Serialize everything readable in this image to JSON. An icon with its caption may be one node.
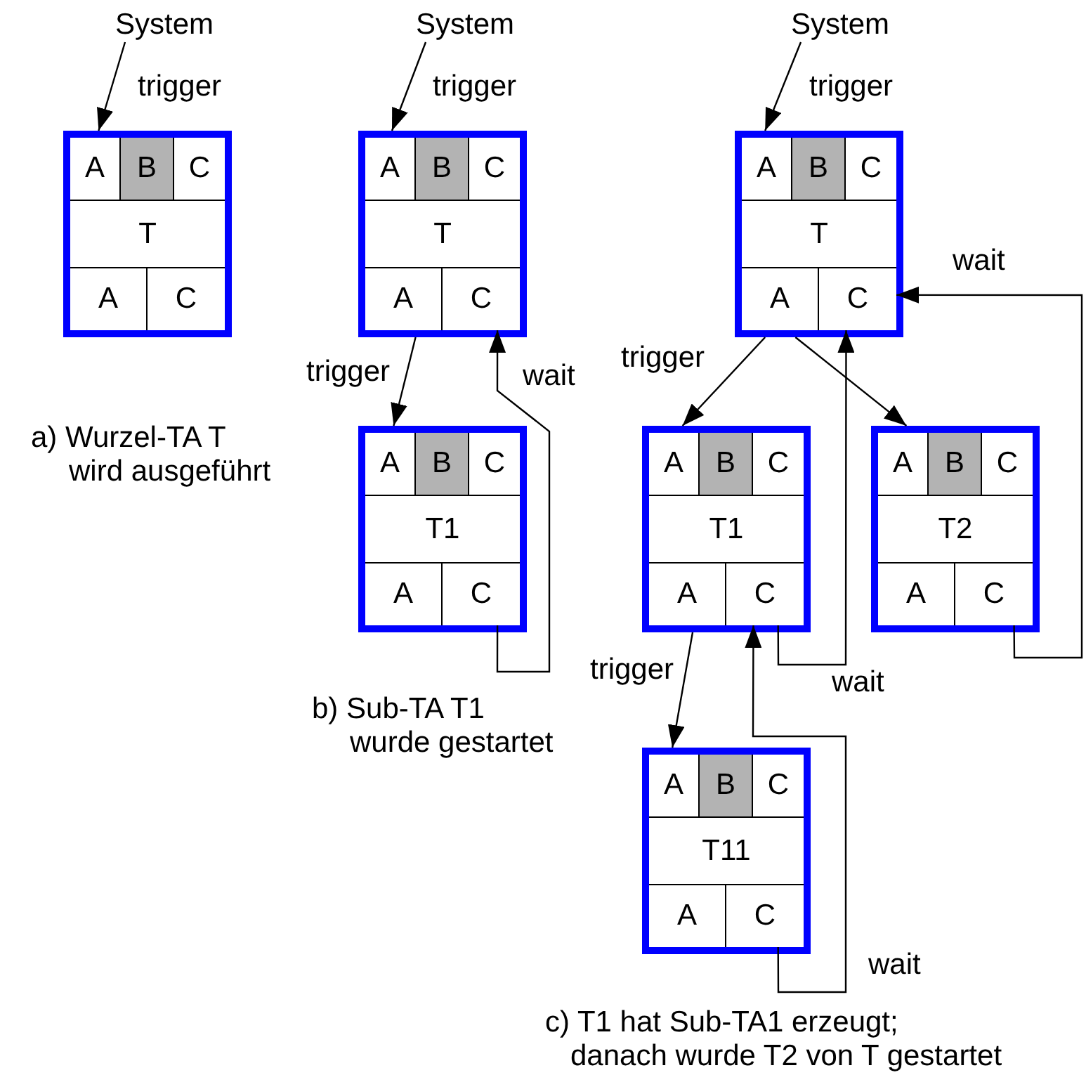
{
  "diagram": {
    "nodes": [
      {
        "text": [
          "System"
        ]
      },
      {
        "text": [],
        "shape": "box"
      },
      {
        "text": [
          "A"
        ],
        "in": 1
      },
      {
        "text": [
          "B"
        ],
        "in": 1
      },
      {
        "text": [
          "C"
        ],
        "in": 1
      },
      {
        "text": [
          "T"
        ],
        "in": 1
      },
      {
        "text": [
          "A"
        ],
        "in": 1
      },
      {
        "text": [
          "C"
        ],
        "in": 1
      },
      {
        "text": [
          "System"
        ]
      },
      {
        "text": [],
        "shape": "box"
      },
      {
        "text": [
          "A"
        ],
        "in": 9
      },
      {
        "text": [
          "B"
        ],
        "in": 9
      },
      {
        "text": [
          "C"
        ],
        "in": 9
      },
      {
        "text": [
          "T"
        ],
        "in": 9
      },
      {
        "text": [
          "A"
        ],
        "in": 9
      },
      {
        "text": [
          "C"
        ],
        "in": 9
      },
      {
        "text": [],
        "shape": "box"
      },
      {
        "text": [
          "A"
        ],
        "in": 16
      },
      {
        "text": [
          "B"
        ],
        "in": 16
      },
      {
        "text": [
          "C"
        ],
        "in": 16
      },
      {
        "text": [
          "T1"
        ],
        "in": 16
      },
      {
        "text": [
          "A"
        ],
        "in": 16
      },
      {
        "text": [
          "C"
        ],
        "in": 16
      },
      {
        "text": [
          "System"
        ]
      },
      {
        "text": [],
        "shape": "box"
      },
      {
        "text": [
          "A"
        ],
        "in": 24
      },
      {
        "text": [
          "B"
        ],
        "in": 24
      },
      {
        "text": [
          "C"
        ],
        "in": 24
      },
      {
        "text": [
          "T"
        ],
        "in": 24
      },
      {
        "text": [
          "A"
        ],
        "in": 24
      },
      {
        "text": [
          "C"
        ],
        "in": 24
      },
      {
        "text": [],
        "shape": "box"
      },
      {
        "text": [
          "A"
        ],
        "in": 31
      },
      {
        "text": [
          "B"
        ],
        "in": 31
      },
      {
        "text": [
          "C"
        ],
        "in": 31
      },
      {
        "text": [
          "T1"
        ],
        "in": 31
      },
      {
        "text": [
          "A"
        ],
        "in": 31
      },
      {
        "text": [
          "C"
        ],
        "in": 31
      },
      {
        "text": [],
        "shape": "box"
      },
      {
        "text": [
          "A"
        ],
        "in": 38
      },
      {
        "text": [
          "B"
        ],
        "in": 38
      },
      {
        "text": [
          "C"
        ],
        "in": 38
      },
      {
        "text": [
          "T2"
        ],
        "in": 38
      },
      {
        "text": [
          "A"
        ],
        "in": 38
      },
      {
        "text": [
          "C"
        ],
        "in": 38
      },
      {
        "text": [],
        "shape": "box"
      },
      {
        "text": [
          "A"
        ],
        "in": 45
      },
      {
        "text": [
          "B"
        ],
        "in": 45
      },
      {
        "text": [
          "C"
        ],
        "in": 45
      },
      {
        "text": [
          "T11"
        ],
        "in": 45
      },
      {
        "text": [
          "A"
        ],
        "in": 45
      },
      {
        "text": [
          "C"
        ],
        "in": 45
      }
    ],
    "edges": [
      {
        "from": 0,
        "to": 1,
        "arrow": "to",
        "label": "trigger"
      },
      {
        "from": 8,
        "to": 9,
        "arrow": "to",
        "label": "trigger"
      },
      {
        "from": 9,
        "to": 16,
        "arrow": "to",
        "label": "trigger"
      },
      {
        "from": 22,
        "to": 15,
        "arrow": "to",
        "label": "wait"
      },
      {
        "from": 23,
        "to": 24,
        "arrow": "to",
        "label": "trigger"
      },
      {
        "from": 24,
        "to": 31,
        "arrow": "to",
        "label": "trigger"
      },
      {
        "from": 24,
        "to": 38,
        "arrow": "to"
      },
      {
        "from": 37,
        "to": 30,
        "arrow": "to",
        "label": "wait"
      },
      {
        "from": 44,
        "to": 30,
        "arrow": "to",
        "label": "wait"
      },
      {
        "from": 31,
        "to": 45,
        "arrow": "to",
        "label": "trigger"
      },
      {
        "from": 51,
        "to": 37,
        "arrow": "to",
        "label": "wait"
      }
    ],
    "labels": [
      "a) Wurzel-TA T wird ausgeführt",
      "b) Sub-TA T1 wurde gestartet",
      "c) T1 hat Sub-TA1 erzeugt; danach wurde T2 von T gestartet"
    ]
  }
}
